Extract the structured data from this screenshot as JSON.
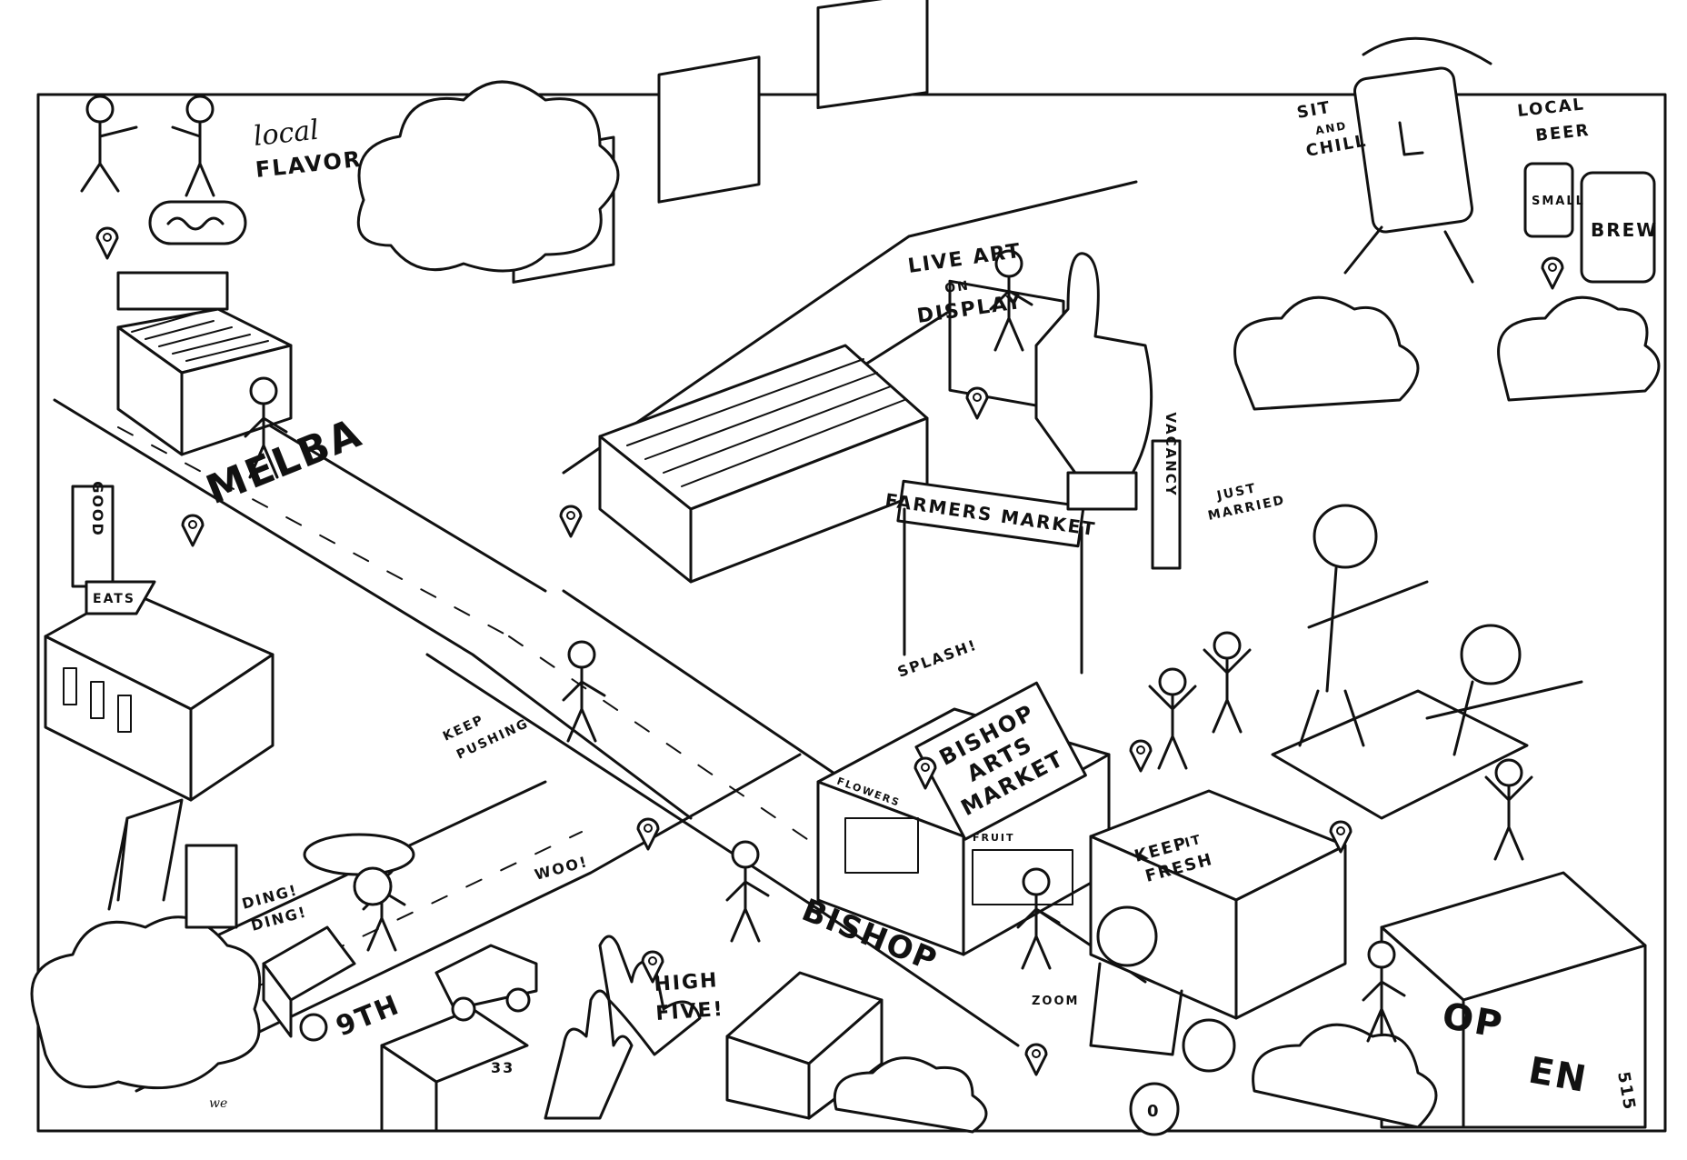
{
  "labels": {
    "local_flavor_1": "local",
    "local_flavor_2": "FLAVOR",
    "live_art_1": "LIVE ART",
    "live_art_2": "ON",
    "live_art_3": "DISPLAY",
    "sit_1": "SIT",
    "sit_2": "AND",
    "sit_3": "CHILL",
    "local_beer_1": "LOCAL",
    "local_beer_2": "BEER",
    "small": "SMALL",
    "brew": "BREW",
    "melba": "MELBA",
    "good_eats_1": "GOOD",
    "good_eats_2": "EATS",
    "farmers_market": "FARMERS MARKET",
    "vacancy": "VACANCY",
    "just_married_1": "JUST",
    "just_married_2": "MARRIED",
    "splash": "SPLASH!",
    "bishop_arts_market_1": "BISHOP",
    "bishop_arts_market_2": "ARTS",
    "bishop_arts_market_3": "MARKET",
    "keep_pushing_1": "KEEP",
    "keep_pushing_2": "PUSHING",
    "keep_fresh_1": "KEEP",
    "keep_fresh_2": "IT",
    "keep_fresh_3": "FRESH",
    "flowers": "FLOWERS",
    "fruit": "FRUIT",
    "ding_1": "DING!",
    "ding_2": "DING!",
    "woo": "WOO!",
    "bishop": "BISHOP",
    "high_five_1": "HIGH",
    "high_five_2": "FIVE!",
    "zoom": "ZOOM",
    "ninth": "9TH",
    "open_1": "OP",
    "open_2": "EN",
    "house_33": "33",
    "sign_515": "515",
    "we": "we"
  },
  "icons": [
    "map-pin-icon",
    "map-pin-icon",
    "map-pin-icon",
    "map-pin-icon",
    "map-pin-icon",
    "map-pin-icon",
    "map-pin-icon",
    "map-pin-icon",
    "map-pin-icon",
    "map-pin-icon",
    "map-pin-icon"
  ],
  "colors": {
    "ink": "#111111",
    "paper": "#ffffff"
  }
}
